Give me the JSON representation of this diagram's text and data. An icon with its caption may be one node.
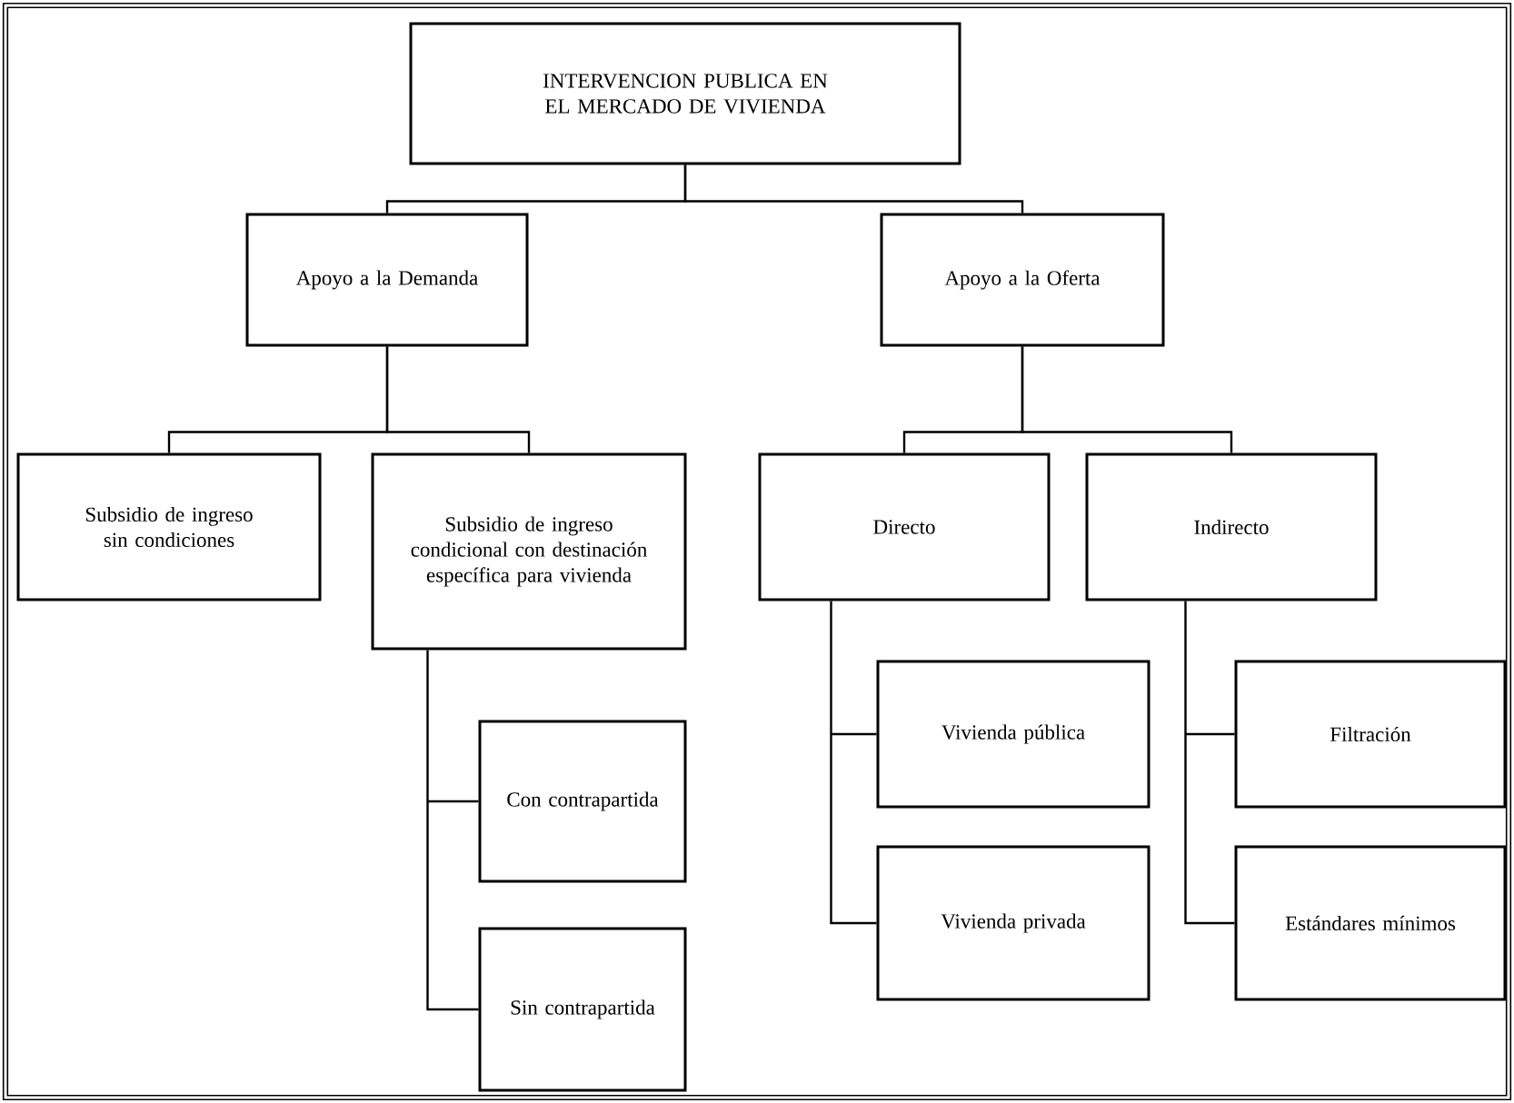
{
  "diagram": {
    "nodes": [
      {
        "text": [
          "INTERVENCION PUBLICA EN EL MERCADO DE VIVIENDA"
        ]
      },
      {
        "text": [
          "Apoyo a la Demanda"
        ]
      },
      {
        "text": [
          "Apoyo a la Oferta"
        ]
      },
      {
        "text": [
          "Subsidio de ingreso sin condiciones"
        ]
      },
      {
        "text": [
          "Subsidio de ingreso condicional con destinación específica para vivienda"
        ]
      },
      {
        "text": [
          "Directo"
        ]
      },
      {
        "text": [
          "Indirecto"
        ]
      },
      {
        "text": [
          "Con contrapartida"
        ]
      },
      {
        "text": [
          "Sin contrapartida"
        ]
      },
      {
        "text": [
          "Vivienda pública"
        ]
      },
      {
        "text": [
          "Vivienda privada"
        ]
      },
      {
        "text": [
          "Filtración"
        ]
      },
      {
        "text": [
          "Estándares mínimos"
        ]
      }
    ],
    "edges": [
      {
        "from": 0,
        "to": 1,
        "arrow": "none"
      },
      {
        "from": 0,
        "to": 2,
        "arrow": "none"
      },
      {
        "from": 1,
        "to": 3,
        "arrow": "none"
      },
      {
        "from": 1,
        "to": 4,
        "arrow": "none"
      },
      {
        "from": 2,
        "to": 5,
        "arrow": "none"
      },
      {
        "from": 2,
        "to": 6,
        "arrow": "none"
      },
      {
        "from": 4,
        "to": 7,
        "arrow": "none"
      },
      {
        "from": 4,
        "to": 8,
        "arrow": "none"
      },
      {
        "from": 5,
        "to": 9,
        "arrow": "none"
      },
      {
        "from": 5,
        "to": 10,
        "arrow": "none"
      },
      {
        "from": 6,
        "to": 11,
        "arrow": "none"
      },
      {
        "from": 6,
        "to": 12,
        "arrow": "none"
      }
    ]
  }
}
